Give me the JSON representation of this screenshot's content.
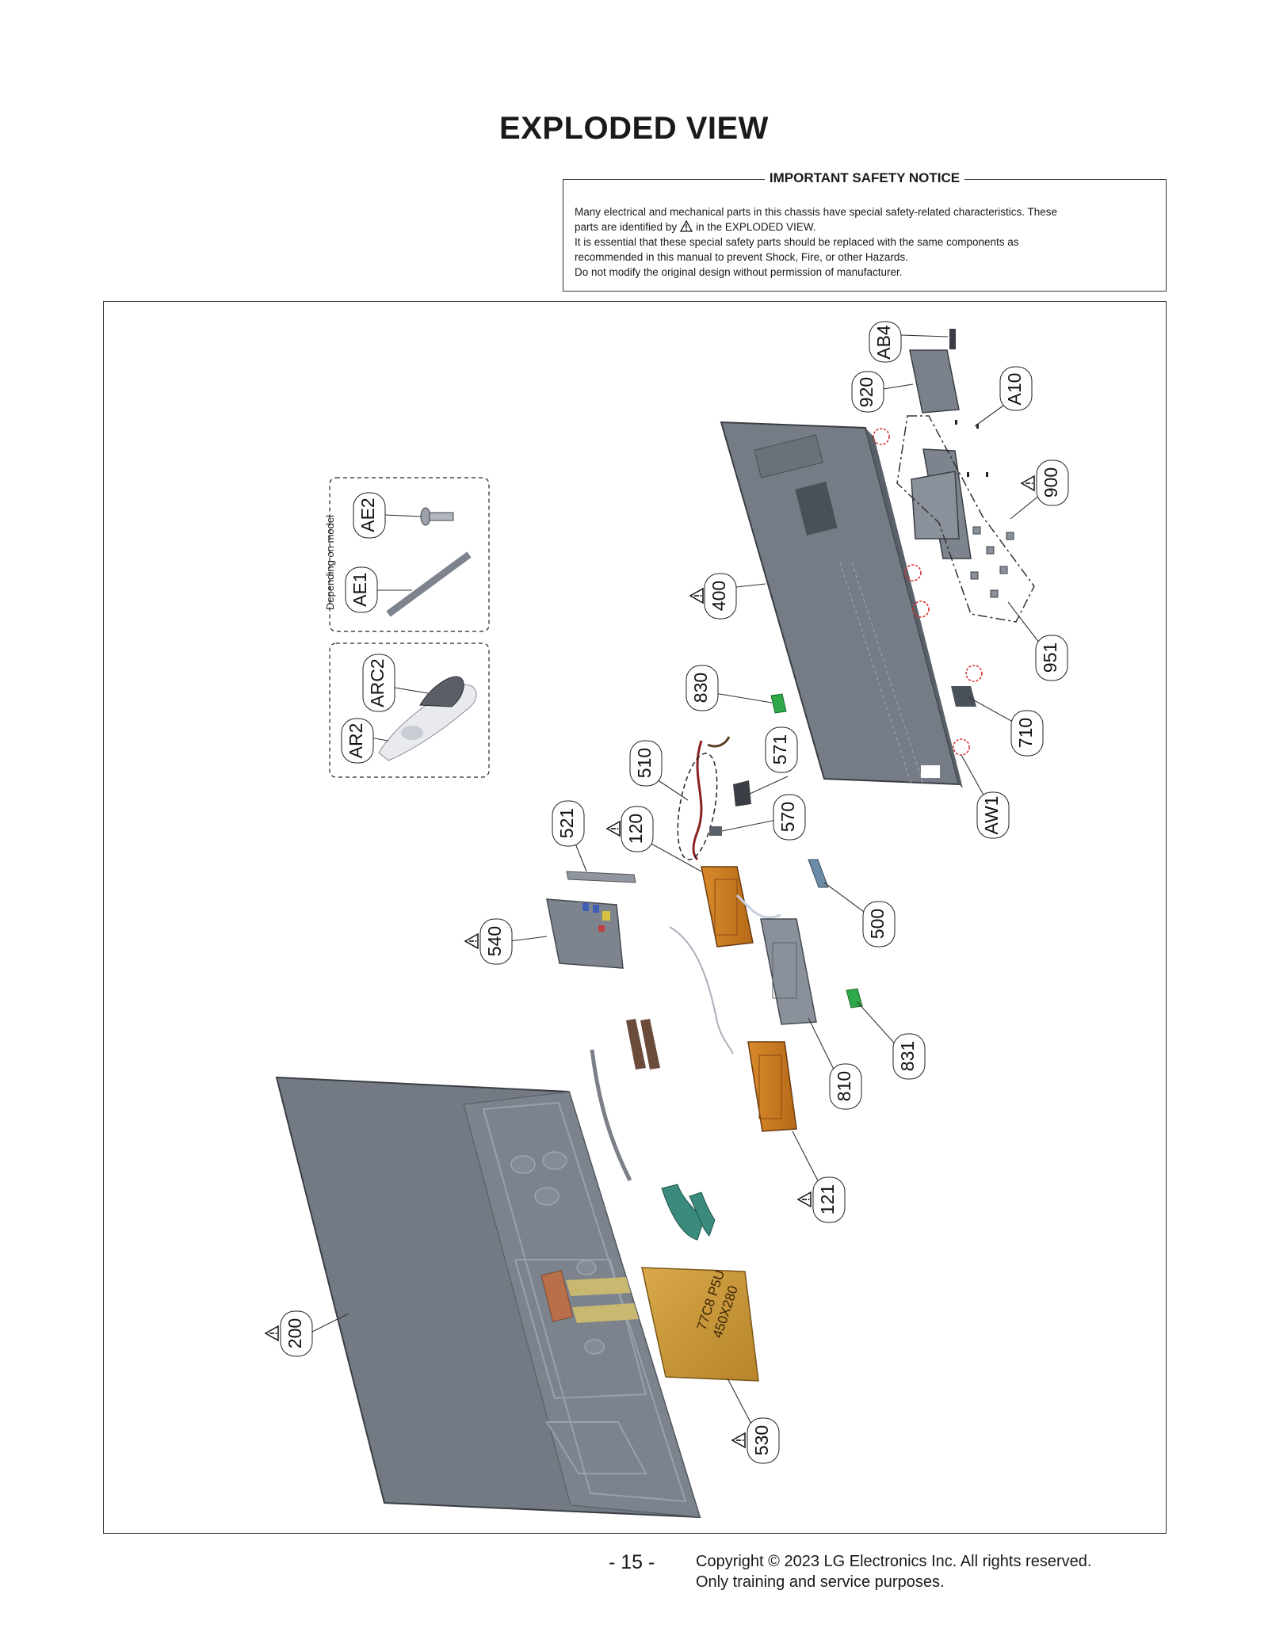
{
  "page": {
    "title": "EXPLODED VIEW",
    "page_number": "- 15 -",
    "copyright_line1": "Copyright © 2023 LG Electronics Inc. All rights reserved.",
    "copyright_line2": "Only training and service purposes."
  },
  "safety_notice": {
    "heading": "IMPORTANT SAFETY NOTICE",
    "line1": "Many electrical and mechanical parts in this chassis have special safety-related characteristics. These",
    "line2a": "parts are identified by",
    "line2b": "in the EXPLODED VIEW.",
    "line3": "It is essential that these special safety parts should be replaced with the same components as",
    "line4": "recommended in this manual to prevent Shock, Fire, or other Hazards.",
    "line5": "Do not modify the original design without permission of manufacturer."
  },
  "diagram": {
    "depending_note": "Depending on model",
    "module_marking_line1": "77C8  P5U",
    "module_marking_line2": "450X280",
    "callouts": {
      "AB4": "AB4",
      "920": "920",
      "A10": "A10",
      "900": "900",
      "951": "951",
      "400": "400",
      "710": "710",
      "AW1": "AW1",
      "830": "830",
      "571": "571",
      "510": "510",
      "570": "570",
      "120": "120",
      "521": "521",
      "540": "540",
      "500": "500",
      "831": "831",
      "810": "810",
      "121": "121",
      "200": "200",
      "530": "530",
      "AE2": "AE2",
      "AE1": "AE1",
      "ARC2": "ARC2",
      "AR2": "AR2"
    },
    "safety_marked_parts": [
      "900",
      "400",
      "120",
      "540",
      "121",
      "200",
      "530"
    ]
  }
}
